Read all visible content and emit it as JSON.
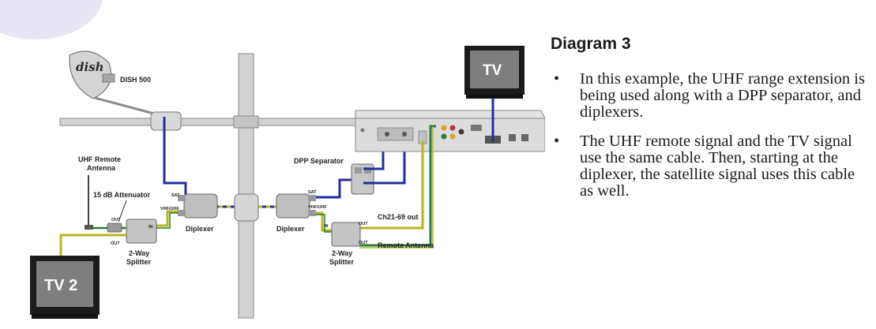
{
  "title": "Diagram 3",
  "bullets": [
    "In this example, the UHF range extension is being used along with a DPP separator, and diplexers.",
    "The UHF remote signal and the TV signal use the same cable. Then, starting at the diplexer, the satellite signal uses this cable as well."
  ],
  "bullet_glyph": "•",
  "labels": {
    "dish_logo": "dish",
    "dish_model": "DISH 500",
    "uhf_remote_antenna_1": "UHF Remote",
    "uhf_remote_antenna_2": "Antenna",
    "attenuator": "15 dB Attenuator",
    "diplexer_left": "Diplexer",
    "diplexer_right": "Diplexer",
    "splitter_left_1": "2-Way",
    "splitter_left_2": "Splitter",
    "splitter_right_1": "2-Way",
    "splitter_right_2": "Splitter",
    "dpp_separator": "DPP Separator",
    "ch21_69_out": "Ch21-69 out",
    "remote_antenna": "Remote Antenna",
    "tv_top": "TV",
    "tv_2": "TV 2",
    "port_sat": "SAT",
    "port_vhf_uhf": "VHF/UHF",
    "port_out": "OUT",
    "port_in": "IN"
  },
  "colors": {
    "sat_cable": "#1f2f9e",
    "combined_cable": "#b9b51f",
    "rf_cable": "#2a7a3a",
    "wall": "#cfcfcf",
    "tv_bezel": "#1b1b1b",
    "tv_screen": "#7e7e7e"
  }
}
